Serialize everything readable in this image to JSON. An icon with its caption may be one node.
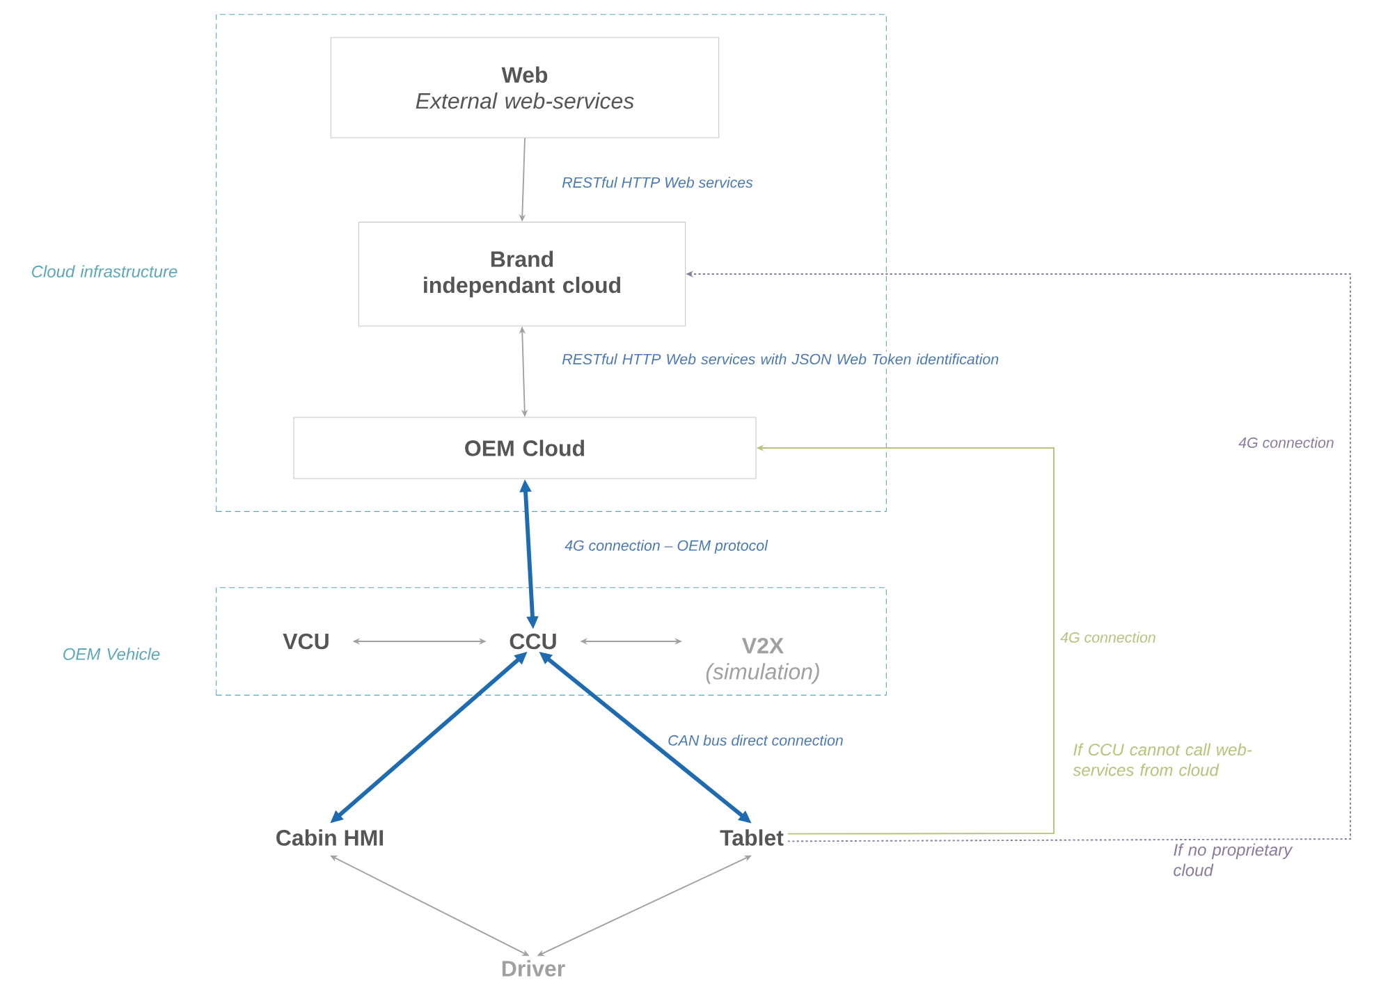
{
  "diagram": {
    "nodes": [
      {
        "text": [
          "Cloud infrastructure"
        ]
      },
      {
        "text": [
          "Web",
          "External web-services"
        ],
        "in": 0
      },
      {
        "text": [
          "Brand independant cloud"
        ],
        "in": 0
      },
      {
        "text": [
          "OEM Cloud"
        ],
        "in": 0
      },
      {
        "text": [
          "OEM Vehicle"
        ]
      },
      {
        "text": [
          "VCU"
        ],
        "in": 4
      },
      {
        "text": [
          "CCU"
        ],
        "in": 4
      },
      {
        "text": [
          "V2X",
          "(simulation)"
        ],
        "in": 4
      },
      {
        "text": [
          "Cabin HMI"
        ]
      },
      {
        "text": [
          "Tablet"
        ]
      },
      {
        "text": [
          "Driver"
        ]
      }
    ],
    "edges": [
      {
        "from": 1,
        "to": 2,
        "arrow": "to",
        "label": "RESTful HTTP Web services"
      },
      {
        "from": 3,
        "to": 2,
        "arrow": "both",
        "label": "RESTful HTTP Web services with JSON Web Token identification"
      },
      {
        "from": 6,
        "to": 3,
        "arrow": "both",
        "label": "4G connection – OEM protocol",
        "style": "thick",
        "color": "#1f6bb0"
      },
      {
        "from": 5,
        "to": 6,
        "arrow": "both"
      },
      {
        "from": 6,
        "to": 7,
        "arrow": "both"
      },
      {
        "from": 6,
        "to": 8,
        "arrow": "both",
        "style": "thick",
        "color": "#1f6bb0"
      },
      {
        "from": 6,
        "to": 9,
        "arrow": "both",
        "label": "CAN bus direct connection",
        "style": "thick",
        "color": "#1f6bb0"
      },
      {
        "from": 10,
        "to": 8,
        "arrow": "both"
      },
      {
        "from": 10,
        "to": 9,
        "arrow": "both"
      },
      {
        "from": 9,
        "to": 3,
        "arrow": "to",
        "label": "4G connection",
        "color": "#b8c27a"
      },
      {
        "from": 9,
        "to": 2,
        "arrow": "to",
        "label": "4G connection",
        "style": "dashed",
        "color": "#8a7a9e"
      }
    ],
    "labels": [
      "If CCU cannot call web-services from cloud",
      "If no proprietary cloud"
    ]
  }
}
